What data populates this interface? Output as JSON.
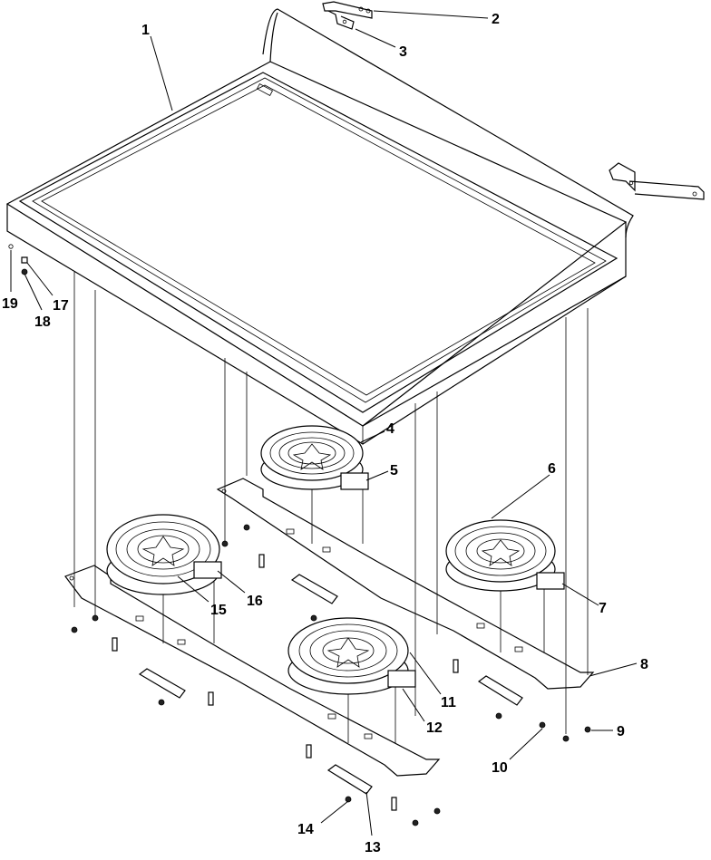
{
  "callouts": [
    {
      "id": "1",
      "label": "1",
      "part": "cooktop-glass"
    },
    {
      "id": "2",
      "label": "2",
      "part": "hinge-bracket"
    },
    {
      "id": "3",
      "label": "3",
      "part": "hinge-bracket-mount"
    },
    {
      "id": "4",
      "label": "4",
      "part": "element-rear-center"
    },
    {
      "id": "5",
      "label": "5",
      "part": "terminal-block-rear"
    },
    {
      "id": "6",
      "label": "6",
      "part": "element-right"
    },
    {
      "id": "7",
      "label": "7",
      "part": "terminal-block-right"
    },
    {
      "id": "8",
      "label": "8",
      "part": "support-bracket-right"
    },
    {
      "id": "9",
      "label": "9",
      "part": "screw"
    },
    {
      "id": "10",
      "label": "10",
      "part": "screw"
    },
    {
      "id": "11",
      "label": "11",
      "part": "element-front-center"
    },
    {
      "id": "12",
      "label": "12",
      "part": "terminal-block-front"
    },
    {
      "id": "13",
      "label": "13",
      "part": "clip"
    },
    {
      "id": "14",
      "label": "14",
      "part": "screw"
    },
    {
      "id": "15",
      "label": "15",
      "part": "element-left"
    },
    {
      "id": "16",
      "label": "16",
      "part": "terminal-block-left"
    },
    {
      "id": "17",
      "label": "17",
      "part": "washer"
    },
    {
      "id": "18",
      "label": "18",
      "part": "screw"
    },
    {
      "id": "19",
      "label": "19",
      "part": "screw"
    }
  ]
}
